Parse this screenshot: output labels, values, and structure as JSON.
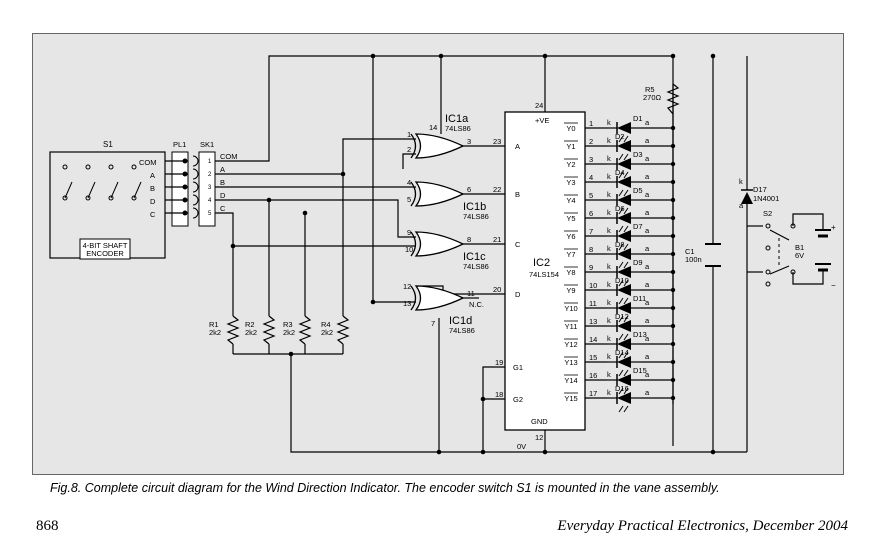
{
  "caption": "Fig.8. Complete circuit diagram for the Wind Direction Indicator. The encoder switch S1 is mounted in the vane assembly.",
  "page_number": "868",
  "journal": "Everyday Practical Electronics, December 2004",
  "switch": {
    "name": "S1",
    "plug": "PL1",
    "socket": "SK1",
    "com_label": "COM",
    "encoder_line1": "4-BIT SHAFT",
    "encoder_line2": "ENCODER",
    "pins": [
      "COM",
      "A",
      "B",
      "D",
      "C"
    ],
    "lines": [
      "COM",
      "A",
      "B",
      "D",
      "C"
    ]
  },
  "resistors": [
    {
      "name": "R1",
      "value": "2k2"
    },
    {
      "name": "R2",
      "value": "2k2"
    },
    {
      "name": "R3",
      "value": "2k2"
    },
    {
      "name": "R4",
      "value": "2k2"
    }
  ],
  "gates": [
    {
      "name": "IC1a",
      "type": "74LS86",
      "in1": "1",
      "in2": "2",
      "out": "3",
      "vcc": "14"
    },
    {
      "name": "IC1b",
      "type": "74LS86",
      "in1": "4",
      "in2": "5",
      "out": "6"
    },
    {
      "name": "IC1c",
      "type": "74LS86",
      "in1": "9",
      "in2": "10",
      "out": "8"
    },
    {
      "name": "IC1d",
      "type": "74LS86",
      "in1": "12",
      "in2": "13",
      "out": "11",
      "gnd": "7",
      "nc": "N.C."
    }
  ],
  "decoder": {
    "name": "IC2",
    "type": "74LS154",
    "vcc_label": "+VE",
    "gnd_label": "GND",
    "vcc_pin": "24",
    "gnd_pin": "12",
    "inputs": [
      {
        "label": "A",
        "pin": "23"
      },
      {
        "label": "B",
        "pin": "22"
      },
      {
        "label": "C",
        "pin": "21"
      },
      {
        "label": "D",
        "pin": "20"
      }
    ],
    "enables": [
      {
        "label": "G1",
        "pin": "19"
      },
      {
        "label": "G2",
        "pin": "18"
      }
    ],
    "outputs": [
      "Y0",
      "Y1",
      "Y2",
      "Y3",
      "Y4",
      "Y5",
      "Y6",
      "Y7",
      "Y8",
      "Y9",
      "Y10",
      "Y11",
      "Y12",
      "Y13",
      "Y14",
      "Y15"
    ],
    "output_pins": [
      "1",
      "2",
      "3",
      "4",
      "5",
      "6",
      "7",
      "8",
      "9",
      "10",
      "11",
      "13",
      "14",
      "15",
      "16",
      "17"
    ]
  },
  "leds": [
    "D1",
    "D2",
    "D3",
    "D4",
    "D5",
    "D6",
    "D7",
    "D8",
    "D9",
    "D10",
    "D11",
    "D12",
    "D13",
    "D14",
    "D15",
    "D16"
  ],
  "led_k": "k",
  "led_a": "a",
  "r5": {
    "name": "R5",
    "value": "270Ω"
  },
  "c1": {
    "name": "C1",
    "value": "100n"
  },
  "d17": {
    "name": "D17",
    "type": "1N4001",
    "k": "k",
    "a": "a"
  },
  "s2": {
    "name": "S2"
  },
  "b1": {
    "name": "B1",
    "value": "6V",
    "plus": "+",
    "minus": "−"
  },
  "ground_label": "0V"
}
